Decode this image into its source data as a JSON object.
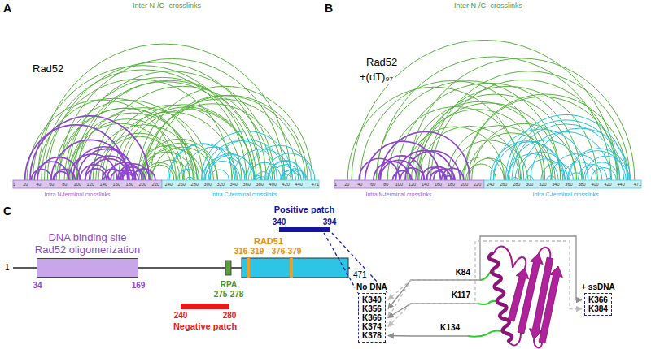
{
  "diagram": {
    "nodes": [
      {
        "text": [
          "DNA binding site Rad52 oligomerization"
        ]
      },
      {
        "text": [
          "No DNA",
          "K340",
          "K356",
          "K366",
          "K374",
          "K378"
        ]
      },
      {
        "text": [
          "+ ssDNA",
          "K366",
          "K384"
        ]
      }
    ],
    "labels": [
      "A",
      "Inter N-/C- crosslinks",
      "Rad52",
      "Intra N-terminal crosslinks",
      "Intra C-terminal crosslinks",
      "1",
      "20",
      "40",
      "60",
      "80",
      "100",
      "120",
      "140",
      "160",
      "180",
      "200",
      "220",
      "240",
      "260",
      "280",
      "300",
      "320",
      "340",
      "360",
      "380",
      "400",
      "420",
      "440",
      "471",
      "B",
      "Inter N-/C- crosslinks",
      "Rad52",
      "+(dT)₉₇",
      "Intra N-terminal crosslinks",
      "Intra C-terminal crosslinks",
      "1",
      "20",
      "40",
      "60",
      "80",
      "100",
      "120",
      "140",
      "160",
      "180",
      "200",
      "220",
      "240",
      "260",
      "280",
      "300",
      "320",
      "340",
      "360",
      "380",
      "400",
      "420",
      "440",
      "471",
      "C",
      "1",
      "34",
      "169",
      "RPA",
      "275-278",
      "RAD51",
      "316-319",
      "376-379",
      "471",
      "Positive patch",
      "340",
      "394",
      "Negative patch",
      "240",
      "280",
      "K84",
      "K117",
      "K134"
    ]
  }
}
